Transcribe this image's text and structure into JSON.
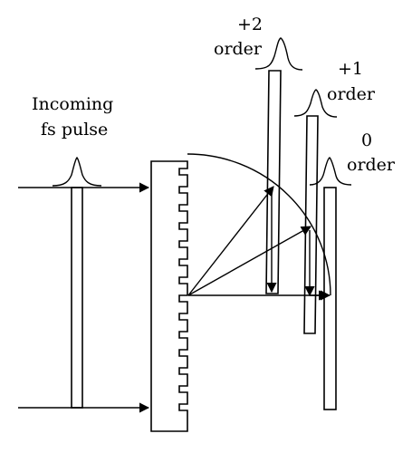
{
  "labels": {
    "incoming_line1": "Incoming",
    "incoming_line2": "fs pulse",
    "order_plus2_num": "+2",
    "order_plus2_word": "order",
    "order_plus1_num": "+1",
    "order_plus1_word": "order",
    "order_zero_num": "0",
    "order_zero_word": "order"
  },
  "colors": {
    "line": "#000000",
    "background": "#ffffff"
  }
}
